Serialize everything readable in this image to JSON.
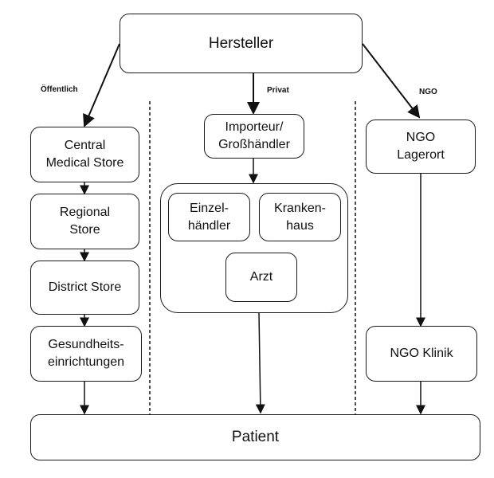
{
  "diagram": {
    "top": "Hersteller",
    "bottom": "Patient",
    "channels": {
      "public": "Öffentlich",
      "private": "Privat",
      "ngo": "NGO"
    },
    "public_chain": [
      "Central\nMedical Store",
      "Regional\nStore",
      "District Store",
      "Gesundheits-\neinrichtungen"
    ],
    "private_chain": {
      "importer": "Importeur/\nGroßhändler",
      "group": [
        "Einzel-\nhändler",
        "Kranken-\nhaus",
        "Arzt"
      ]
    },
    "ngo_chain": [
      "NGO\nLagerort",
      "NGO  Klinik"
    ]
  }
}
